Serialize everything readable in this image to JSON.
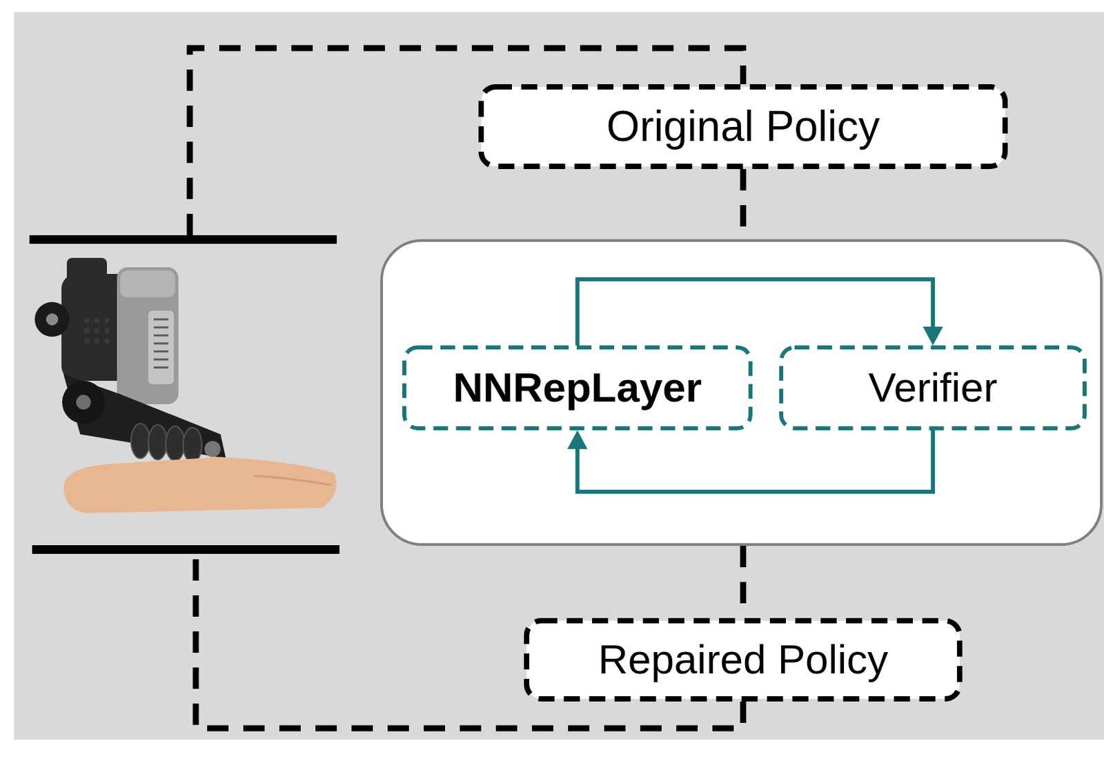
{
  "diagram": {
    "nodes": [
      {
        "text": [
          "Original Policy"
        ]
      },
      {
        "text": []
      },
      {
        "text": [
          "NNRepLayer"
        ],
        "in": 1
      },
      {
        "text": [
          "Verifier"
        ],
        "in": 1
      },
      {
        "text": [
          "Repaired Policy"
        ]
      }
    ],
    "edges": [
      {
        "from": 0,
        "to": 1,
        "arrow": "none"
      },
      {
        "from": 1,
        "to": 4,
        "arrow": "none"
      },
      {
        "from": 2,
        "to": 3,
        "arrow": "to"
      },
      {
        "from": 3,
        "to": 2,
        "arrow": "to"
      }
    ]
  }
}
